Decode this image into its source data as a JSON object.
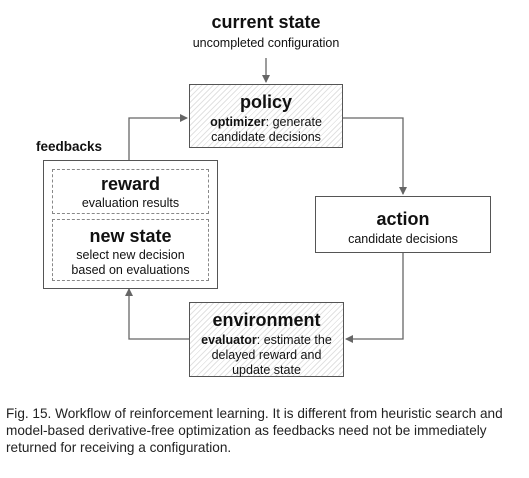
{
  "diagram": {
    "current_state": {
      "title": "current state",
      "subtitle": "uncompleted configuration"
    },
    "policy": {
      "title": "policy",
      "role": "optimizer",
      "line1_rest": ": generate",
      "line2": "candidate decisions"
    },
    "action": {
      "title": "action",
      "subtitle": "candidate decisions"
    },
    "environment": {
      "title": "environment",
      "role": "evaluator",
      "line1_rest": ": estimate the",
      "line2": "delayed reward and",
      "line3": "update state"
    },
    "feedbacks": {
      "label": "feedbacks",
      "reward": {
        "title": "reward",
        "subtitle": "evaluation results"
      },
      "new_state": {
        "title": "new state",
        "line1": "select new decision",
        "line2": "based on evaluations"
      }
    }
  },
  "caption": "Fig. 15. Workflow of reinforcement learning. It is different from heuristic search and model-based derivative-free optimization as feedbacks need not be immediately returned for receiving a configuration."
}
